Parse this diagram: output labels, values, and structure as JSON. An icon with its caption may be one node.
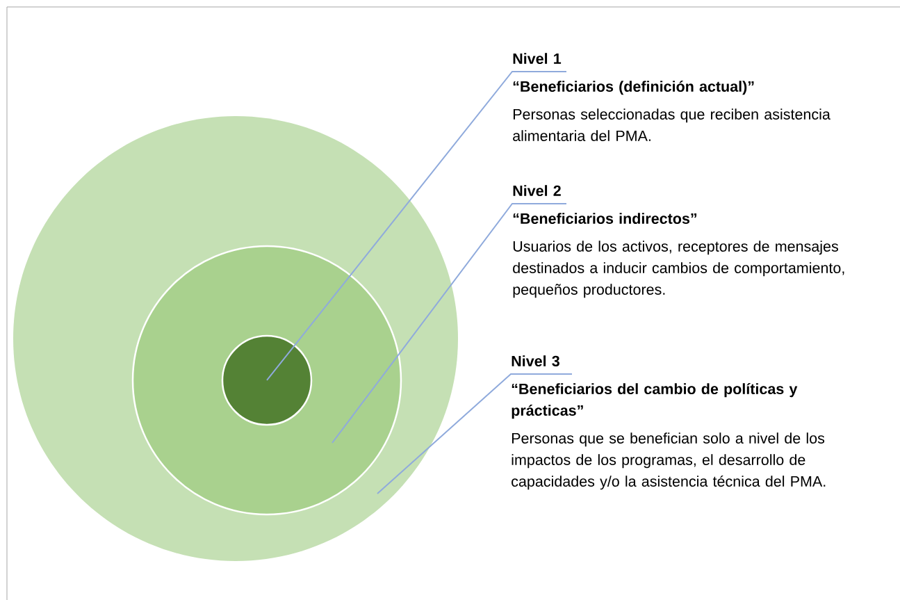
{
  "diagram": {
    "nodes": [
      {
        "text": [],
        "shape": "circle"
      },
      {
        "text": [],
        "shape": "circle",
        "in": 0
      },
      {
        "text": [],
        "shape": "circle",
        "in": 1
      },
      {
        "text": [
          "Nivel 1",
          "“Beneficiarios (definición actual)”",
          "Personas seleccionadas que reciben asistencia alimentaria del PMA."
        ]
      },
      {
        "text": [
          "Nivel 2",
          "“Beneficiarios indirectos”",
          "Usuarios de los activos, receptores de mensajes destinados a inducir cambios de comportamiento, pequeños productores."
        ]
      },
      {
        "text": [
          "Nivel 3",
          "“Beneficiarios del cambio de políticas y prácticas”",
          "Personas que se benefician solo a nivel de los impactos de los programas, el desarrollo de capacidades y/o la asistencia técnica del PMA."
        ]
      }
    ],
    "edges": [
      {
        "from": 3,
        "to": 2,
        "arrow": "none"
      },
      {
        "from": 4,
        "to": 1,
        "arrow": "none"
      },
      {
        "from": 5,
        "to": 0,
        "arrow": "none"
      }
    ]
  }
}
